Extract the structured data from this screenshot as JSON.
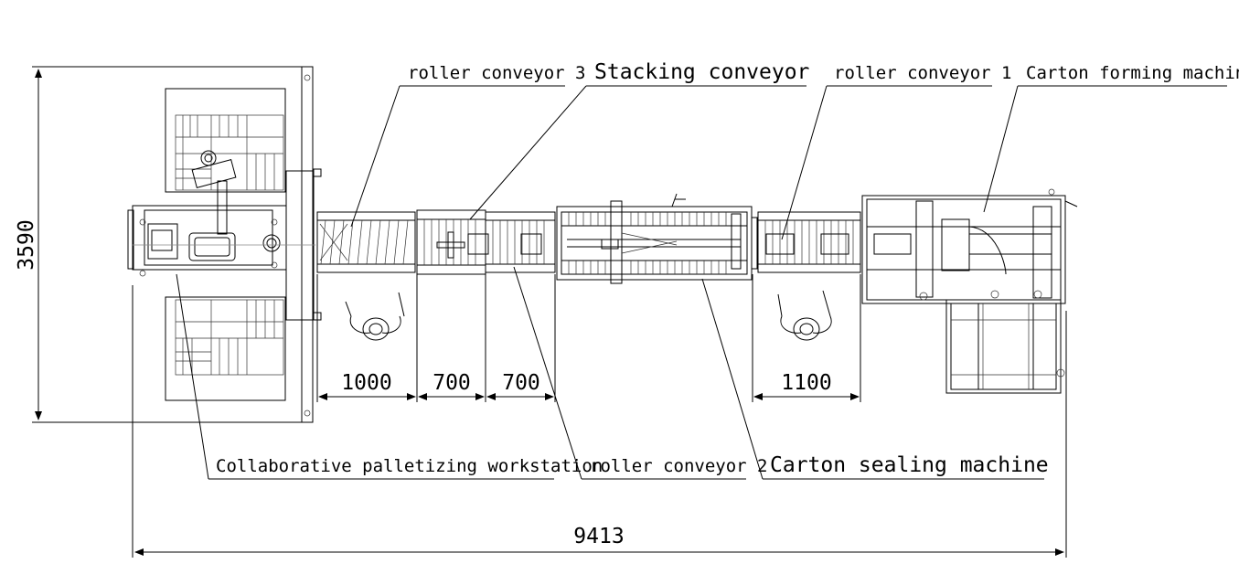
{
  "labels": {
    "roller_conveyor_3": "roller conveyor 3",
    "stacking_conveyor": "Stacking conveyor",
    "roller_conveyor_1": "roller conveyor 1",
    "carton_forming_machine": "Carton forming machine",
    "collaborative_palletizing_workstation": "Collaborative palletizing workstation",
    "roller_conveyor_2": "roller conveyor 2",
    "carton_sealing_machine": "Carton sealing machine"
  },
  "dimensions": {
    "height": "3590",
    "total_length": "9413",
    "seg_1000": "1000",
    "seg_700a": "700",
    "seg_700b": "700",
    "seg_1100": "1100"
  }
}
